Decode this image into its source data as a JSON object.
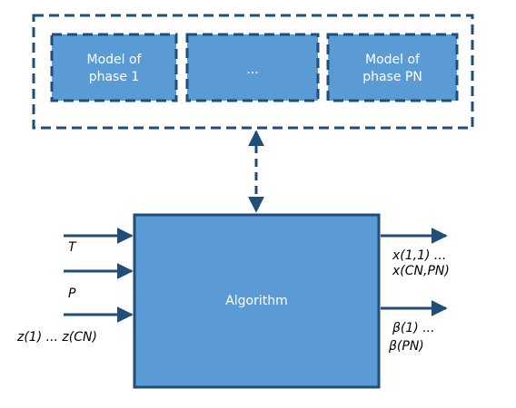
{
  "outer_group": {},
  "models": [
    {
      "line1": "Model of",
      "line2": "phase 1"
    },
    {
      "line1": "...",
      "line2": ""
    },
    {
      "line1": "Model of",
      "line2": "phase PN"
    }
  ],
  "algorithm": {
    "label": "Algorithm"
  },
  "inputs": [
    "T",
    "P",
    "z(1) ... z(CN)"
  ],
  "outputs": [
    {
      "line1": "x(1,1) ...",
      "line2": "x(CN,PN)"
    },
    {
      "line1": "β(1) ...",
      "line2": "β(PN)"
    }
  ],
  "colors": {
    "fill": "#5b9bd5",
    "stroke": "#1f4e79"
  }
}
